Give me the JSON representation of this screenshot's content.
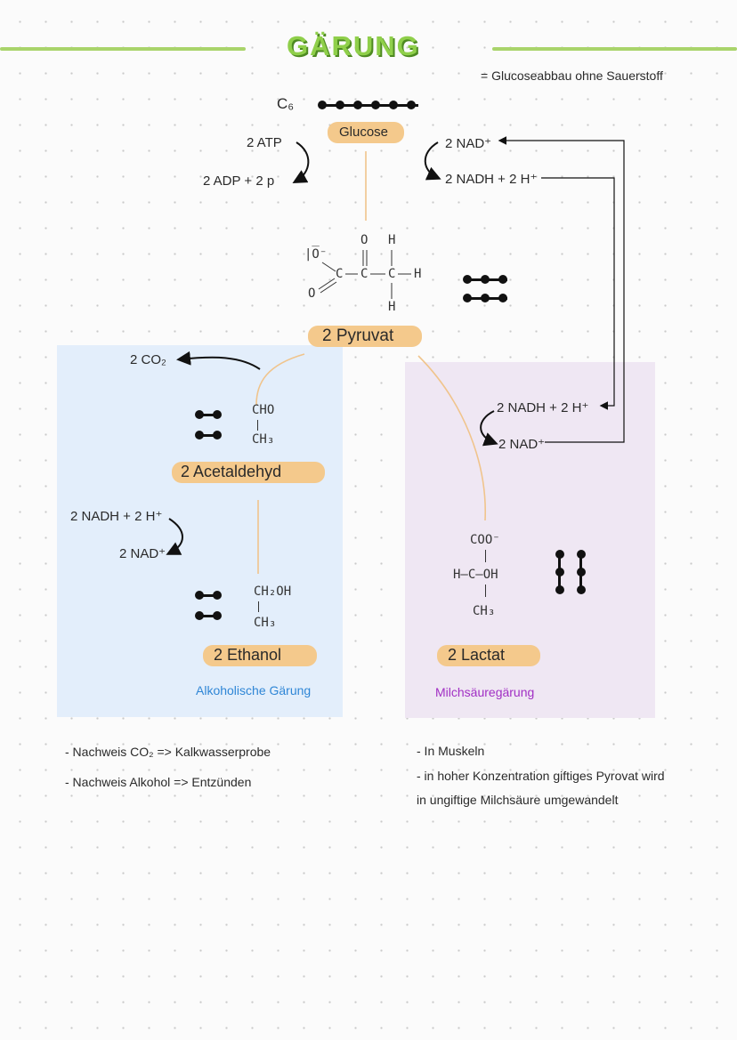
{
  "header": {
    "title": "GÄRUNG",
    "subtitle": "= Glucoseabbau ohne Sauerstoff"
  },
  "glucose": {
    "c6_label": "C₆",
    "name": "Glucose",
    "atp_in": "2 ATP",
    "adp_out": "2 ADP + 2 p",
    "nad_in": "2 NAD⁺",
    "nadh_out": "2 NADH + 2 H⁺"
  },
  "pyruvate": {
    "name": "2 Pyruvat",
    "atoms": {
      "o_minus": "|O̅⁻",
      "o_double_top": "O",
      "o_double_left": "O",
      "c1": "C",
      "c2": "C",
      "c3": "C",
      "h_top": "H",
      "h_right": "H",
      "h_bottom": "H"
    }
  },
  "alcohol": {
    "co2": "2 CO₂",
    "acetaldehyde_top": "CHO",
    "acetaldehyde_bottom": "CH₃",
    "acetaldehyde_name": "2  Acetaldehyd",
    "nadh_in": "2 NADH + 2 H⁺",
    "nad_out": "2 NAD⁺",
    "ethanol_top": "CH₂OH",
    "ethanol_bottom": "CH₃",
    "ethanol_name": "2  Ethanol",
    "panel_label": "Alkoholische Gärung",
    "panel_color": "#e3eefb",
    "label_color": "#2f86d6"
  },
  "lactic": {
    "nadh_in": "2 NADH + 2 H⁺",
    "nad_out": "2 NAD⁺",
    "coo": "COO⁻",
    "middle": "H—C—OH",
    "ch3": "CH₃",
    "name": "2  Lactat",
    "panel_label": "Milchsäuregärung",
    "panel_color": "#efe7f3",
    "label_color": "#a12fc4"
  },
  "notes": {
    "left": [
      "- Nachweis CO₂ => Kalkwasserprobe",
      "- Nachweis Alkohol => Entzünden"
    ],
    "right": [
      "- In Muskeln",
      "- in hoher Konzentration giftiges Pyrovat wird",
      "in ungiftige Milchsäure umgewandelt"
    ]
  },
  "colors": {
    "accent_green": "#a9d46b",
    "title_green": "#7cc242",
    "highlight_orange": "#f4c98c",
    "connector_orange": "#f0c48c"
  }
}
